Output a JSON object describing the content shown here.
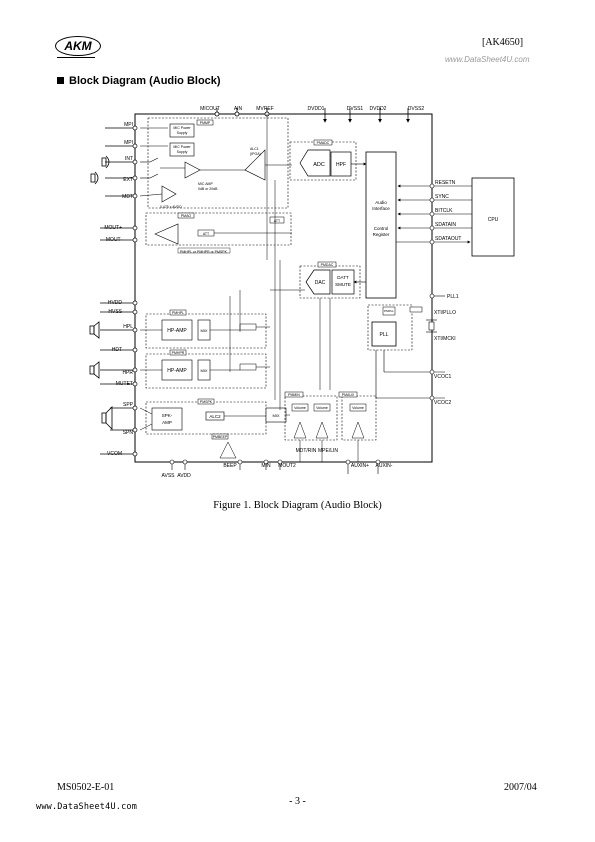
{
  "header": {
    "logo_text": "AKM",
    "doc_id": "[AK4650]",
    "watermark": "www.DataSheet4U.com"
  },
  "section": {
    "title": "Block Diagram (Audio Block)"
  },
  "diagram": {
    "top_pins": [
      "MICOUT",
      "AIN",
      "MVREF",
      "DVDD1",
      "DVSS1",
      "DVDD2",
      "DVSS2"
    ],
    "left_pins": [
      "MPI",
      "MPI",
      "INT",
      "EXT",
      "MDT",
      "MOUT+",
      "MOUT-",
      "HVDD",
      "HVSS",
      "HPL",
      "HDT",
      "HPR",
      "MUTET",
      "SPP",
      "SPN",
      "VCOM"
    ],
    "bottom_pins": [
      "AVSS",
      "AVDD",
      "BEEP",
      "MIN",
      "MOUT2",
      "MDT/RIN",
      "MPE/LIN",
      "AUXIN+",
      "AUXIN-"
    ],
    "right_pins": [
      "RESETN",
      "SYNC",
      "BITCLK",
      "SDATAIN",
      "SDATAOUT",
      "PLL1",
      "XTI/PLLO",
      "XTI/MCKI",
      "VCOC1",
      "VCOC2"
    ],
    "cpu_label": "CPU",
    "blocks": {
      "mic_power_1": "MIC Power\nSupply",
      "mic_power_2": "MIC Power\nSupply",
      "mic_amp": "MIC AMP\n0dB or 20dB",
      "vref": "0.475 x AVDD",
      "alc1": "ALC1\n(IPGA)",
      "adc": "ADC",
      "hpf": "HPF",
      "audio_if": "Audio\nInterface\n\nControl\nRegister",
      "dac": "DAC",
      "datt": "DATT\nSMUTE",
      "pll": "PLL",
      "hp_amp_1": "HP-AMP",
      "hp_amp_2": "HP-AMP",
      "spk_amp": "SPK-\nAMP",
      "alc2": "ALC2",
      "mix": "MIX",
      "volume": "Volume",
      "att": "ATT"
    },
    "power_tags": [
      "PMMP",
      "PMADC",
      "PMAO",
      "PMHPL or PMHPR or PMSPK",
      "PMDAC",
      "PMHPL",
      "PMHPR",
      "PMSPK",
      "PMBEEP",
      "PMMIN",
      "PMAUX",
      "PMPLL",
      "PMAUX"
    ]
  },
  "figure": {
    "caption": "Figure 1. Block Diagram (Audio Block)"
  },
  "footer": {
    "doc_number": "MS0502-E-01",
    "date": "2007/04",
    "page": "- 3 -",
    "watermark": "www.DataSheet4U.com"
  }
}
